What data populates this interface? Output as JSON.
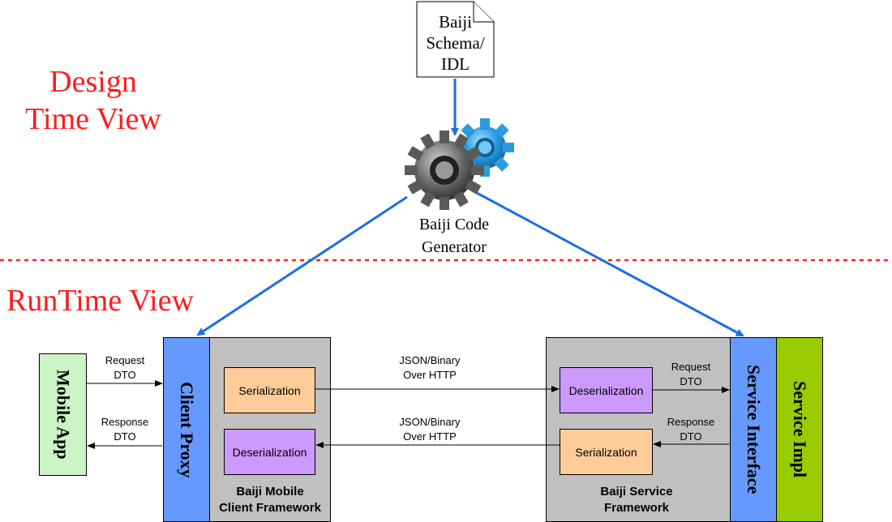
{
  "views": {
    "design_line1": "Design",
    "design_line2": "Time View",
    "runtime": "RunTime View"
  },
  "schema_doc": {
    "line1": "Baiji",
    "line2": "Schema/",
    "line3": "IDL"
  },
  "generator": {
    "line1": "Baiji Code",
    "line2": "Generator",
    "icon": "gears-icon"
  },
  "mobile_app": {
    "label": "Mobile App"
  },
  "client_proxy": {
    "label": "Client Proxy"
  },
  "client_framework": {
    "serialization": "Serialization",
    "deserialization": "Deserialization",
    "line1": "Baiji Mobile",
    "line2": "Client Framework"
  },
  "service_framework": {
    "deserialization": "Deserialization",
    "serialization": "Serialization",
    "line1": "Baiji Service",
    "line2": "Framework"
  },
  "service_interface": {
    "label": "Service Interface"
  },
  "service_impl": {
    "label": "Service Impl"
  },
  "edges": {
    "client_request_l1": "Request",
    "client_request_l2": "DTO",
    "client_response_l1": "Response",
    "client_response_l2": "DTO",
    "wire_top_l1": "JSON/Binary",
    "wire_top_l2": "Over HTTP",
    "wire_bottom_l1": "JSON/Binary",
    "wire_bottom_l2": "Over HTTP",
    "service_request_l1": "Request",
    "service_request_l2": "DTO",
    "service_response_l1": "Response",
    "service_response_l2": "DTO"
  },
  "colors": {
    "view_label": "#ff1a1a",
    "separator": "#ff2020",
    "generator_arrow": "#1a6ee8",
    "mobile_app": "#ccf5c6",
    "client_proxy": "#6699ff",
    "framework_bg": "#c0c0c0",
    "serialization": "#ffcc99",
    "deserialization": "#cc99ff",
    "service_interface": "#6699ff",
    "service_impl": "#99cc00"
  }
}
